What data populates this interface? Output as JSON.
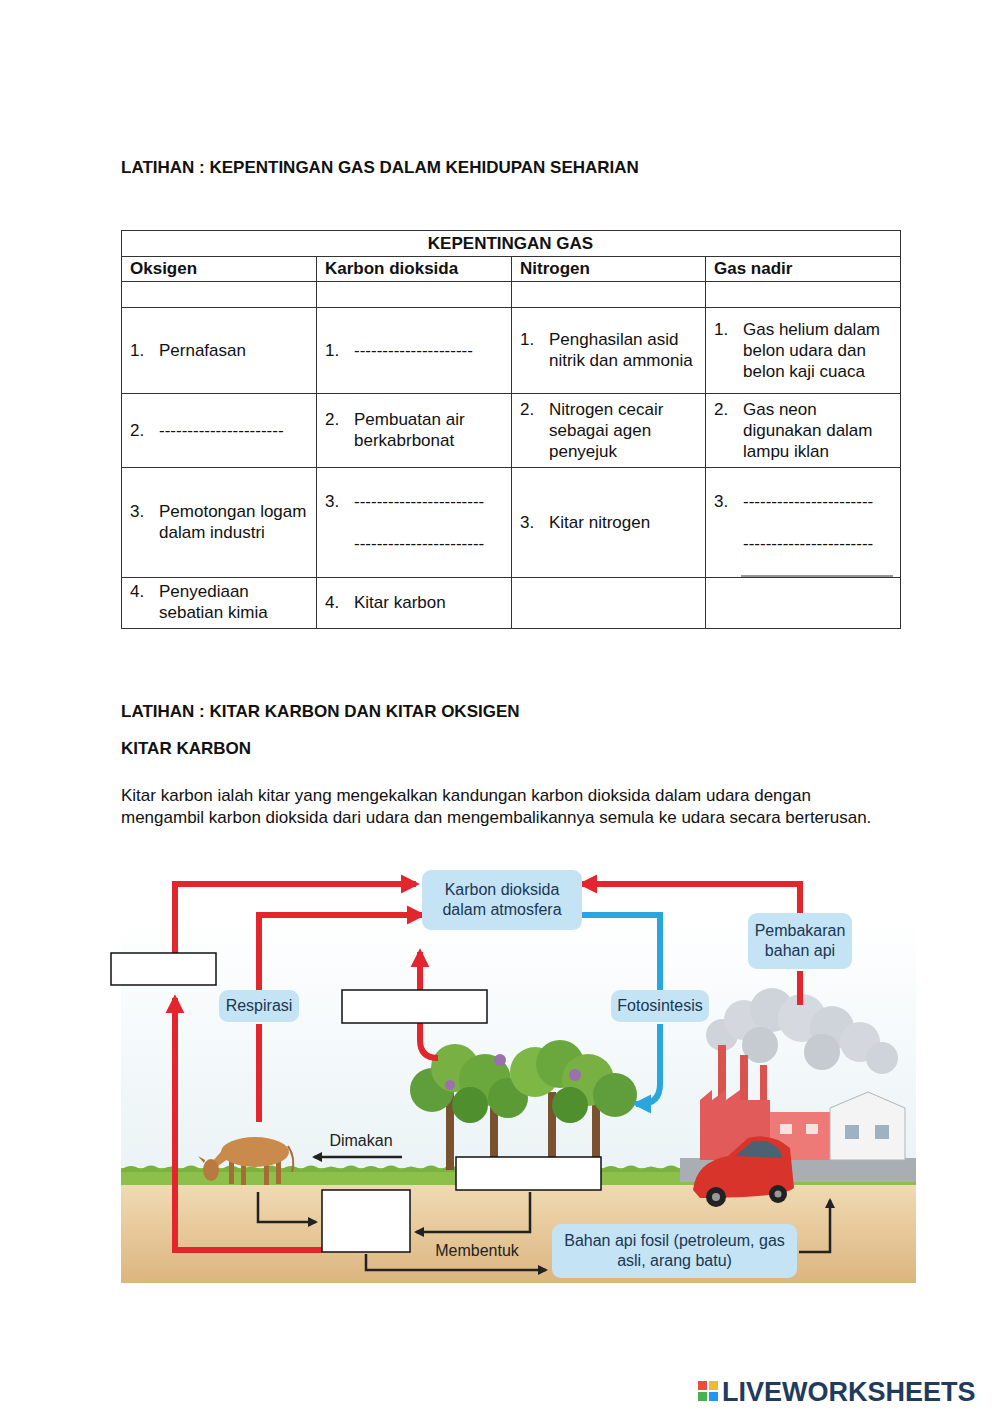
{
  "diagram": {
    "title": "LATIHAN : KEPENTINGAN GAS DALAM KEHIDUPAN SEHARIAN",
    "nodes": [
      {
        "text": [
          "Karbon dioksida dalam atmosfera"
        ]
      },
      {
        "text": [
          "Pembakaran bahan api"
        ]
      },
      {
        "text": [
          "Fotosintesis"
        ]
      },
      {
        "text": [
          "Respirasi"
        ]
      },
      {
        "text": [
          "Bahan api fosil (petroleum, gas asli, arang batu)"
        ]
      }
    ],
    "edges": [
      {
        "from": 3,
        "to": 0,
        "arrow": "to"
      },
      {
        "from": 1,
        "to": 0,
        "arrow": "to"
      },
      {
        "from": 0,
        "to": 2,
        "arrow": "none"
      }
    ],
    "labels": [
      "KEPENTINGAN GAS",
      "Oksigen",
      "Karbon dioksida",
      "Nitrogen",
      "Gas nadir",
      "1.",
      "Pernafasan",
      "1.",
      "---------------------",
      "1.",
      "Penghasilan asid nitrik dan ammonia",
      "1.",
      "Gas helium dalam belon udara dan belon kaji cuaca",
      "2.",
      "----------------------",
      "2.",
      "Pembuatan air berkabrbonat",
      "2.",
      "Nitrogen cecair sebagai agen penyejuk",
      "2.",
      "Gas neon digunakan dalam lampu iklan",
      "3.",
      "Pemotongan logam dalam industri",
      "3.",
      "-----------------------",
      "-----------------------",
      "3.",
      "Kitar nitrogen",
      "3.",
      "-----------------------",
      "-----------------------",
      "4.",
      "Penyediaan sebatian kimia",
      "4.",
      "Kitar karbon",
      "LATIHAN : KITAR KARBON DAN KITAR OKSIGEN",
      "KITAR KARBON",
      "Kitar karbon ialah kitar yang mengekalkan kandungan karbon dioksida dalam udara dengan mengambil karbon dioksida dari udara dan mengembalikannya semula ke udara secara berterusan.",
      "Dimakan",
      "Membentuk",
      "LIVEWORKSHEETS"
    ]
  }
}
